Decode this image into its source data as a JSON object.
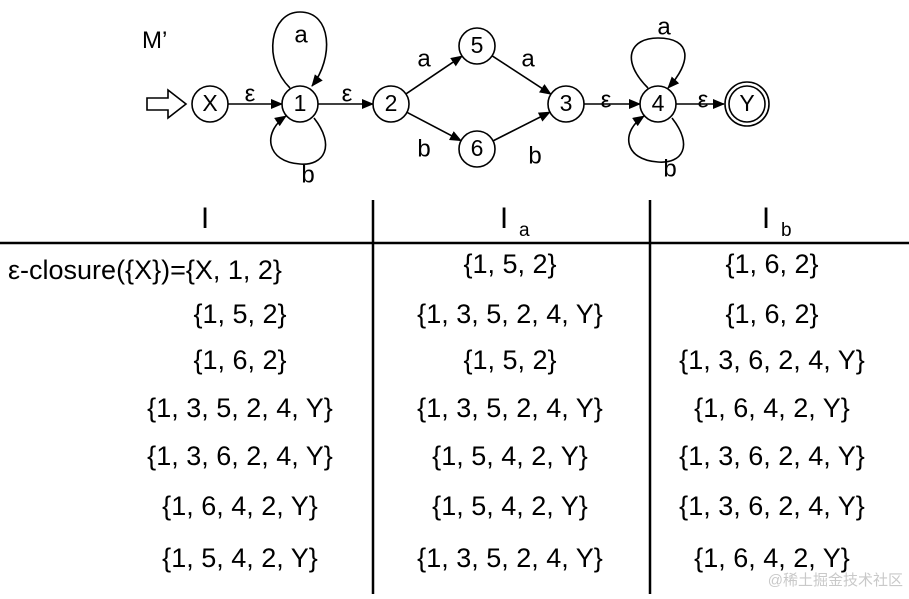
{
  "automaton": {
    "name": "M’",
    "states": [
      "X",
      "1",
      "2",
      "5",
      "6",
      "3",
      "4",
      "Y"
    ],
    "start": "X",
    "accept": [
      "Y"
    ],
    "transitions": [
      {
        "from": "X",
        "to": "1",
        "label": "ε"
      },
      {
        "from": "1",
        "to": "1",
        "label": "a"
      },
      {
        "from": "1",
        "to": "1",
        "label": "b"
      },
      {
        "from": "1",
        "to": "2",
        "label": "ε"
      },
      {
        "from": "2",
        "to": "5",
        "label": "a"
      },
      {
        "from": "2",
        "to": "6",
        "label": "b"
      },
      {
        "from": "5",
        "to": "3",
        "label": "a"
      },
      {
        "from": "6",
        "to": "3",
        "label": "b"
      },
      {
        "from": "3",
        "to": "4",
        "label": "ε"
      },
      {
        "from": "4",
        "to": "4",
        "label": "a"
      },
      {
        "from": "4",
        "to": "4",
        "label": "b"
      },
      {
        "from": "4",
        "to": "Y",
        "label": "ε"
      }
    ]
  },
  "table": {
    "headers": [
      {
        "main": "I",
        "sub": ""
      },
      {
        "main": "I",
        "sub": "a"
      },
      {
        "main": "I",
        "sub": "b"
      }
    ],
    "rows": [
      [
        "ε-closure({X})={X, 1, 2}",
        "{1, 5, 2}",
        "{1, 6, 2}"
      ],
      [
        "{1, 5, 2}",
        "{1, 3, 5, 2, 4, Y}",
        "{1, 6, 2}"
      ],
      [
        "{1, 6, 2}",
        "{1, 5, 2}",
        "{1, 3, 6, 2, 4, Y}"
      ],
      [
        "{1, 3, 5, 2, 4, Y}",
        "{1, 3, 5, 2, 4, Y}",
        "{1, 6, 4, 2, Y}"
      ],
      [
        "{1, 3, 6, 2, 4, Y}",
        "{1, 5, 4, 2, Y}",
        "{1, 3, 6, 2, 4, Y}"
      ],
      [
        "{1, 6, 4, 2, Y}",
        "{1, 5, 4, 2, Y}",
        "{1, 3, 6, 2, 4, Y}"
      ],
      [
        "{1, 5, 4, 2, Y}",
        "{1, 3, 5, 2, 4, Y}",
        "{1, 6, 4, 2, Y}"
      ]
    ]
  },
  "watermark": "@稀土掘金技术社区"
}
